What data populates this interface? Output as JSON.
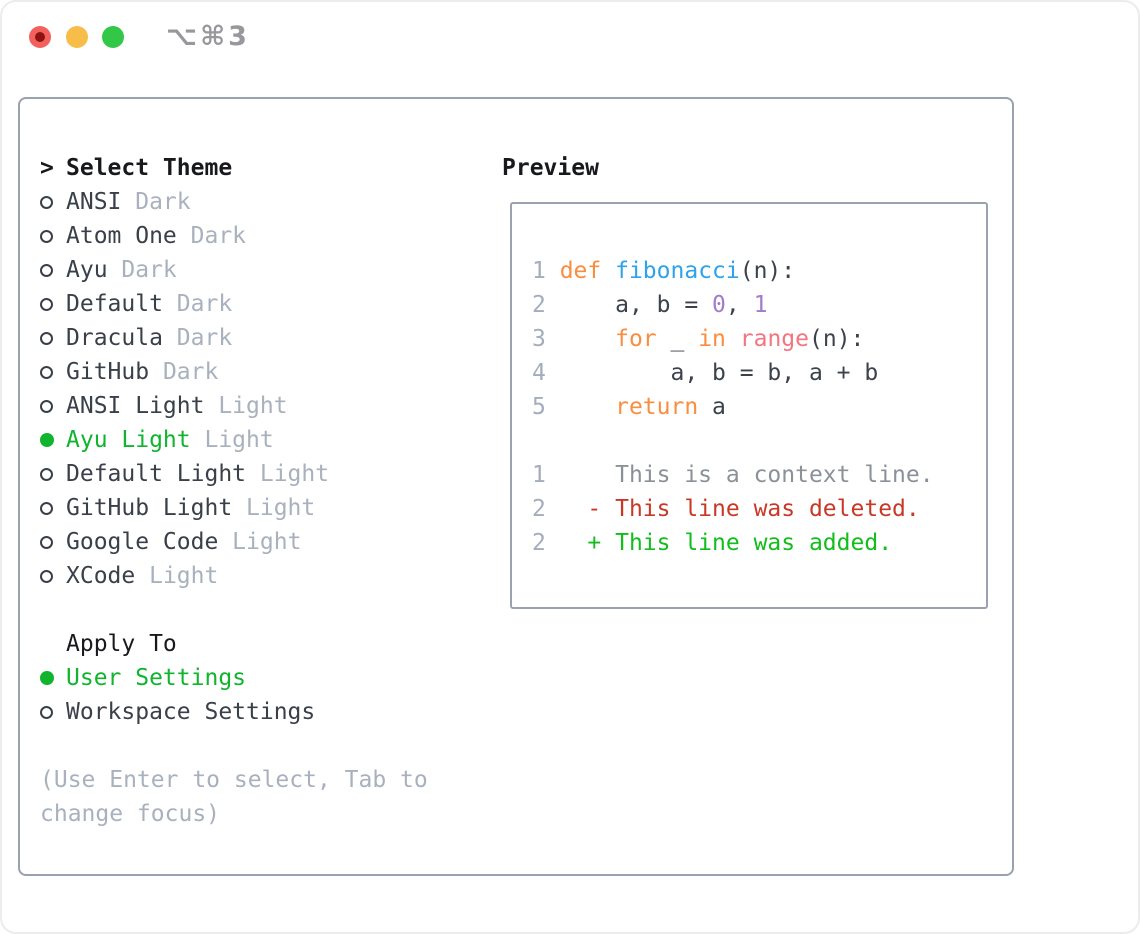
{
  "window": {
    "title": "⌥⌘3",
    "traffic_lights": [
      {
        "name": "close",
        "color": "#f4615d",
        "dot_color": "#8c1310"
      },
      {
        "name": "minimize",
        "color": "#f7bd49"
      },
      {
        "name": "zoom",
        "color": "#33c748"
      }
    ]
  },
  "theme_panel": {
    "header": {
      "prefix": ">",
      "label": "Select Theme"
    },
    "themes": [
      {
        "name": "ANSI",
        "variant": "Dark",
        "selected": false
      },
      {
        "name": "Atom One",
        "variant": "Dark",
        "selected": false
      },
      {
        "name": "Ayu",
        "variant": "Dark",
        "selected": false
      },
      {
        "name": "Default",
        "variant": "Dark",
        "selected": false
      },
      {
        "name": "Dracula",
        "variant": "Dark",
        "selected": false
      },
      {
        "name": "GitHub",
        "variant": "Dark",
        "selected": false
      },
      {
        "name": "ANSI Light",
        "variant": "Light",
        "selected": false
      },
      {
        "name": "Ayu Light",
        "variant": "Light",
        "selected": true
      },
      {
        "name": "Default Light",
        "variant": "Light",
        "selected": false
      },
      {
        "name": "GitHub Light",
        "variant": "Light",
        "selected": false
      },
      {
        "name": "Google Code",
        "variant": "Light",
        "selected": false
      },
      {
        "name": "XCode",
        "variant": "Light",
        "selected": false
      }
    ],
    "apply_to": {
      "label": "Apply To",
      "options": [
        {
          "label": "User Settings",
          "selected": true
        },
        {
          "label": "Workspace Settings",
          "selected": false
        }
      ]
    },
    "hint_lines": [
      "(Use Enter to select, Tab to",
      "change focus)"
    ]
  },
  "preview": {
    "label": "Preview",
    "lines": [
      [],
      [
        {
          "t": "1 ",
          "c": "lineno"
        },
        {
          "t": "def",
          "c": "kw"
        },
        {
          "t": " ",
          "c": "code"
        },
        {
          "t": "fibonacci",
          "c": "fn"
        },
        {
          "t": "(n):",
          "c": "code"
        }
      ],
      [
        {
          "t": "2 ",
          "c": "lineno"
        },
        {
          "t": "    a, b = ",
          "c": "code"
        },
        {
          "t": "0",
          "c": "num"
        },
        {
          "t": ", ",
          "c": "code"
        },
        {
          "t": "1",
          "c": "num"
        }
      ],
      [
        {
          "t": "3 ",
          "c": "lineno"
        },
        {
          "t": "    ",
          "c": "code"
        },
        {
          "t": "for",
          "c": "kw"
        },
        {
          "t": " _ ",
          "c": "code"
        },
        {
          "t": "in",
          "c": "kw"
        },
        {
          "t": " ",
          "c": "code"
        },
        {
          "t": "range",
          "c": "call"
        },
        {
          "t": "(n):",
          "c": "code"
        }
      ],
      [
        {
          "t": "4 ",
          "c": "lineno"
        },
        {
          "t": "        a, b = b, a + b",
          "c": "code"
        }
      ],
      [
        {
          "t": "5 ",
          "c": "lineno"
        },
        {
          "t": "    ",
          "c": "code"
        },
        {
          "t": "return",
          "c": "kw"
        },
        {
          "t": " a",
          "c": "code"
        }
      ],
      [],
      [
        {
          "t": "1 ",
          "c": "lineno"
        },
        {
          "t": "    ",
          "c": "code"
        },
        {
          "t": "This is a context line.",
          "c": "ctx"
        }
      ],
      [
        {
          "t": "2 ",
          "c": "lineno"
        },
        {
          "t": "  ",
          "c": "code"
        },
        {
          "t": "- This line was deleted.",
          "c": "del"
        }
      ],
      [
        {
          "t": "2 ",
          "c": "lineno"
        },
        {
          "t": "  ",
          "c": "code"
        },
        {
          "t": "+ This line was added.",
          "c": "add"
        }
      ]
    ]
  },
  "colors": {
    "accent_green": "#10b42e",
    "muted": "#a8b1bd",
    "border": "#9aa2ae",
    "keyword": "#fa8d3e",
    "function": "#2fa3ea",
    "number": "#a37acc",
    "call": "#f4747f",
    "deleted": "#c93826",
    "added": "#12bd1c"
  }
}
